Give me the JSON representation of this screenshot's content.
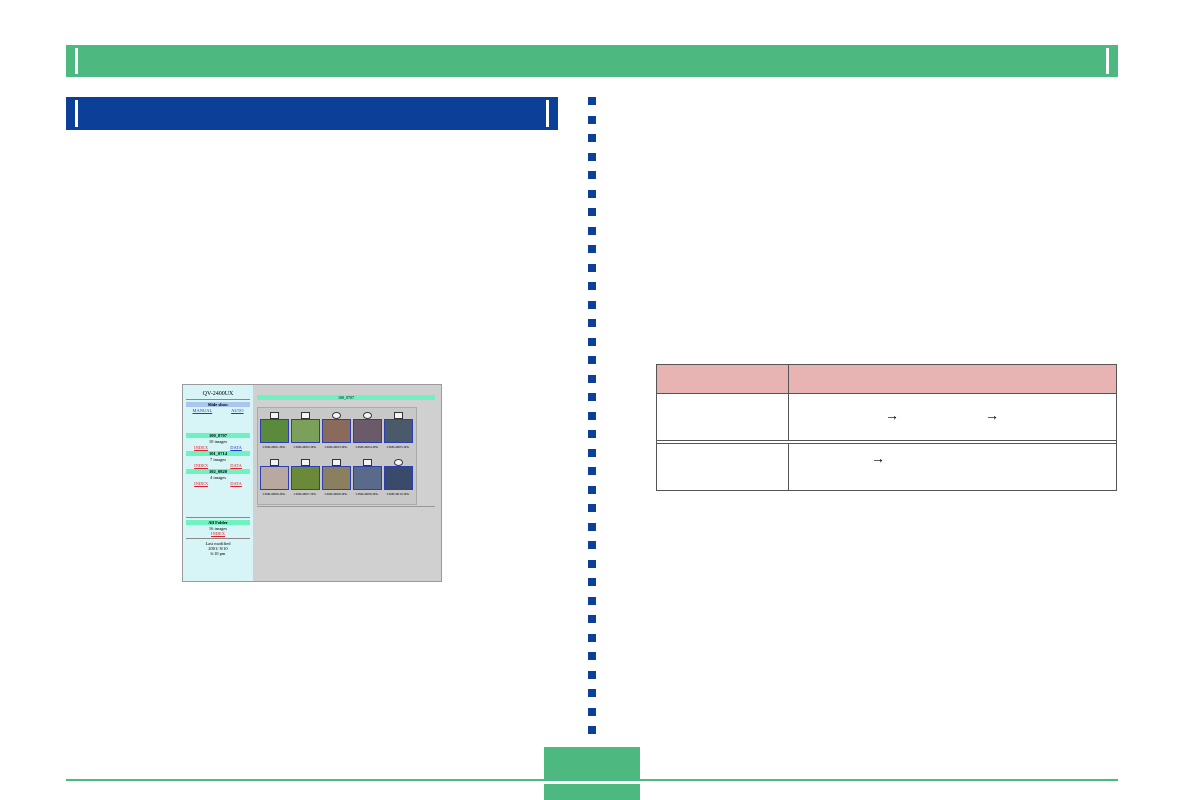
{
  "screenshot": {
    "model": "QV-2400UX",
    "slide_show": "Slide show",
    "manual": "MANUAL",
    "auto": "AUTO",
    "folders": [
      {
        "name": "100_0707",
        "count": "10 images",
        "index": "INDEX",
        "data": "DATA"
      },
      {
        "name": "101_0714",
        "count": "7 images",
        "index": "INDEX",
        "data": "DATA"
      },
      {
        "name": "102_0820",
        "count": "4 images",
        "index": "INDEX",
        "data": "DATA"
      }
    ],
    "all_folder": "All Folder",
    "all_count": "16 images",
    "all_index": "INDEX",
    "last_modified": "Last modified",
    "date": "2001/ 8/10",
    "time": "6:10 pm",
    "grid_title": "100_0707",
    "thumbnails": [
      {
        "label": "CIMG0001.JPG",
        "color": "#5a8a3c"
      },
      {
        "label": "CIMG0002.JPG",
        "color": "#7aa05a"
      },
      {
        "label": "CIMG0003.JPG",
        "color": "#8a6a5a"
      },
      {
        "label": "CIMG0004.JPG",
        "color": "#6a5a6a"
      },
      {
        "label": "CIMG0005.JPG",
        "color": "#4a5a6a"
      },
      {
        "label": "CIMG0006.JPG",
        "color": "#b8a8a0"
      },
      {
        "label": "CIMG0007.JPG",
        "color": "#6a8a3a"
      },
      {
        "label": "CIMG0008.JPG",
        "color": "#8a8060"
      },
      {
        "label": "CIMG0009.JPG",
        "color": "#5a6a8a"
      },
      {
        "label": "CIMG0010.JPG",
        "color": "#3a4a6a"
      }
    ]
  },
  "colors": {
    "header_green": "#4db87f",
    "section_blue": "#0b3f98",
    "table_header_pink": "#e8b3b3"
  }
}
